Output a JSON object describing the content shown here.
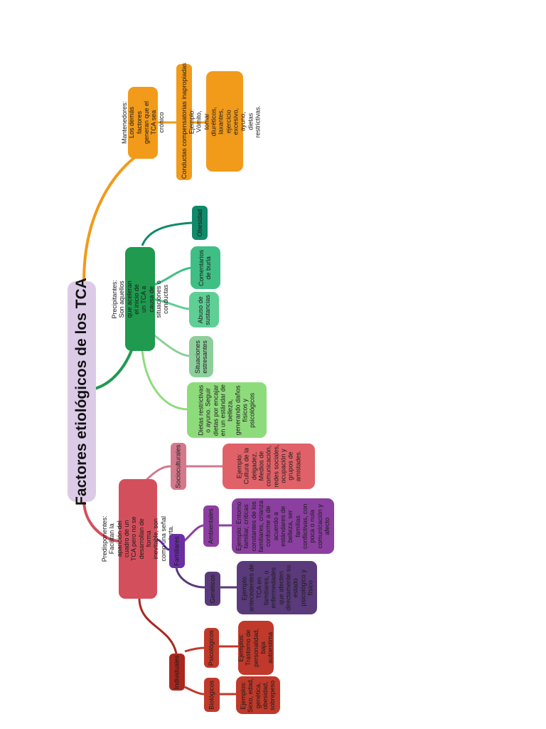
{
  "title": "Factores etiológicos de los TCA",
  "colors": {
    "title_bg": "#dccbe6",
    "predisponentes": "#d44f5c",
    "precipitantes": "#1f9a4f",
    "mantenedores": "#f29a1a",
    "familiares": "#6b2fa3",
    "individuales": "#a8281f"
  },
  "mantenedores": {
    "label": "Mantenedores: Los demás factores generan que el TCA sea crónico",
    "conductas": "Conductas compensatorias inapropiadas",
    "ejemplo": "Ejemplo: Vómito, tomar diuréticos, laxantes, ejercicio excesivo, ayuno, dietas restrictivas."
  },
  "precipitantes": {
    "label": "Precipitantes: Son aquellos que aceleran el inicio de un TCA a causa de situaciones o conductas",
    "obesidad": "Obesidad",
    "burla": "Comentarios de burla",
    "sustancias": "Abuso de sustancias",
    "situaciones": "Situaciones estresantes",
    "dietas": "Dietas restrictivas o ayuno. Seguir dietas por encajar en un estándar de belleza, generando daños físicos y psicológicos"
  },
  "predisponentes": {
    "label": "Predisponentes: Facilitan la aparición del cuadro de un TCA pero no se desarrollan de forma inevitable, son como una señal de alerta.",
    "socioculturales": "Socioculturales",
    "socio_ejemplo": "Ejemplo: Cultura de la delgadez, Medios de comunicación, redes sociales, ocupación y grupos de amistades.",
    "familiares": "Familiares",
    "ambientales": "Ambientales",
    "amb_ejemplo": "Ejemplo: Entorno familiar, críticas constantes de los familiares, crianza conforme a de acuerdo a estándares de belleza, ser familias conflictivas, con poca o nula comunicación y afecto",
    "geneticos": "Genéticos",
    "gen_ejemplo": "Ejemplo: antecedentes de TCA en familiares, o enfermedades que afecten directamente su estado psicológico y físico",
    "individuales": "Individuales",
    "psicologicos": "Psicológicos",
    "psi_ejemplo": "Ejemplos: Trastorno de personalidad, baja autoestima",
    "biologicos": "Biológicos",
    "bio_ejemplo": "Ejemplos: Sexo, edad, genética, obesidad, sobrepeso"
  }
}
